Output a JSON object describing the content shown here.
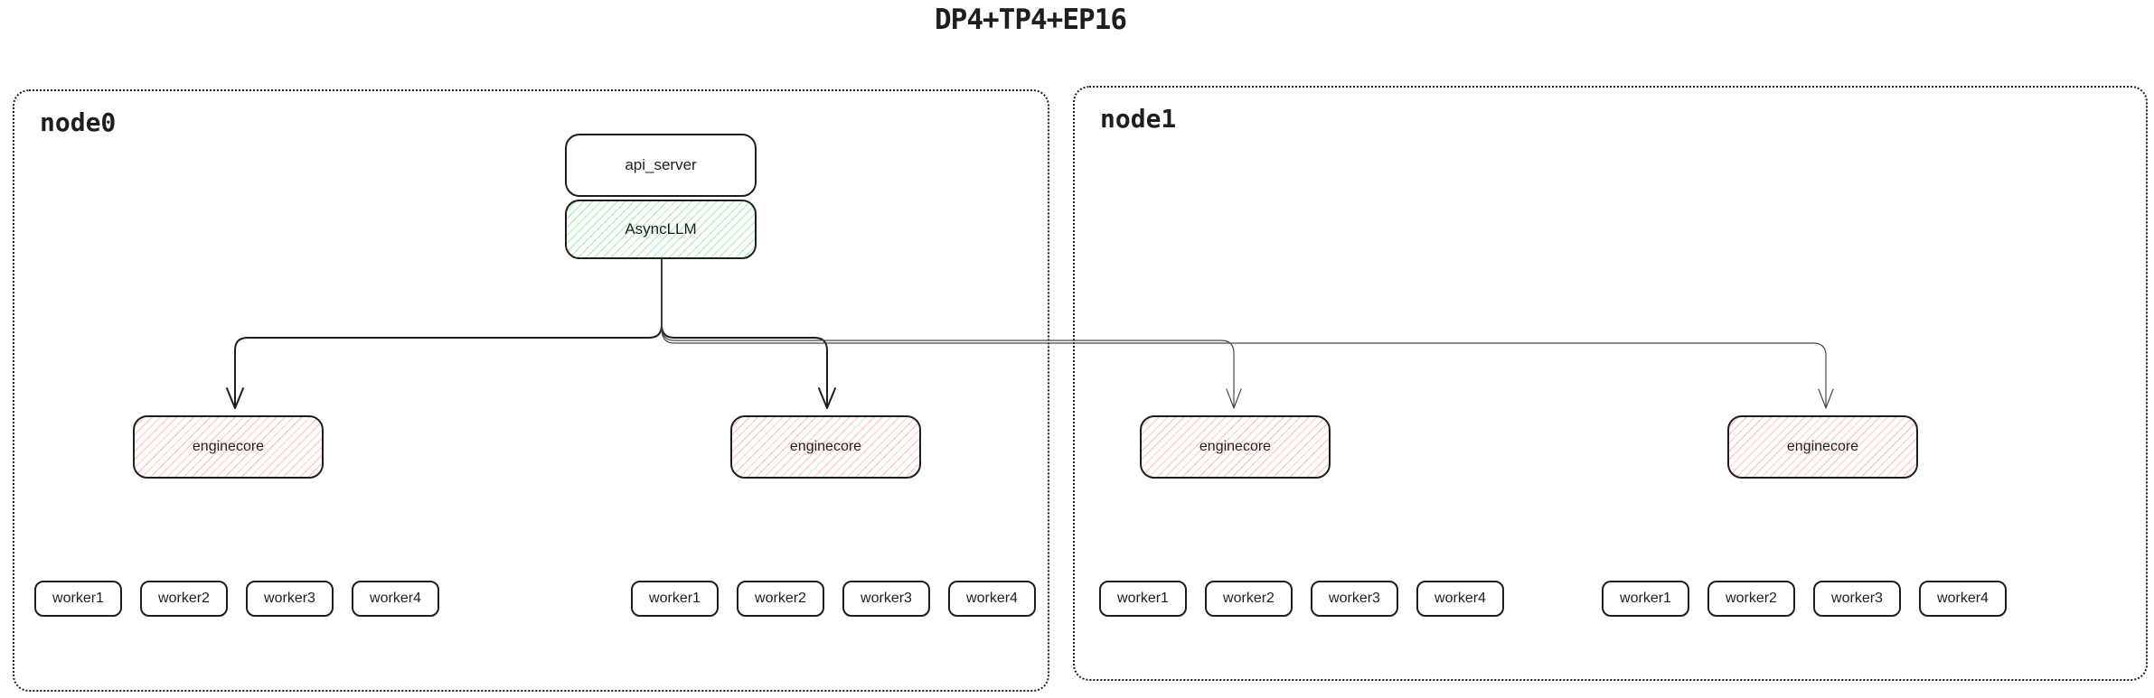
{
  "title": "DP4+TP4+EP16",
  "nodes": [
    {
      "label": "node0",
      "api_server": "api_server",
      "async_llm": "AsyncLLM",
      "enginecores": [
        {
          "label": "enginecore",
          "workers": [
            "worker1",
            "worker2",
            "worker3",
            "worker4"
          ]
        },
        {
          "label": "enginecore",
          "workers": [
            "worker1",
            "worker2",
            "worker3",
            "worker4"
          ]
        }
      ]
    },
    {
      "label": "node1",
      "enginecores": [
        {
          "label": "enginecore",
          "workers": [
            "worker1",
            "worker2",
            "worker3",
            "worker4"
          ]
        },
        {
          "label": "enginecore",
          "workers": [
            "worker1",
            "worker2",
            "worker3",
            "worker4"
          ]
        }
      ]
    }
  ],
  "colors": {
    "stroke": "#1e1e1e",
    "thin_connector": "#4a4a4a",
    "async_llm_hatch": "#b2f2bb",
    "enginecore_hatch": "#ffc9c9",
    "background": "#ffffff"
  }
}
